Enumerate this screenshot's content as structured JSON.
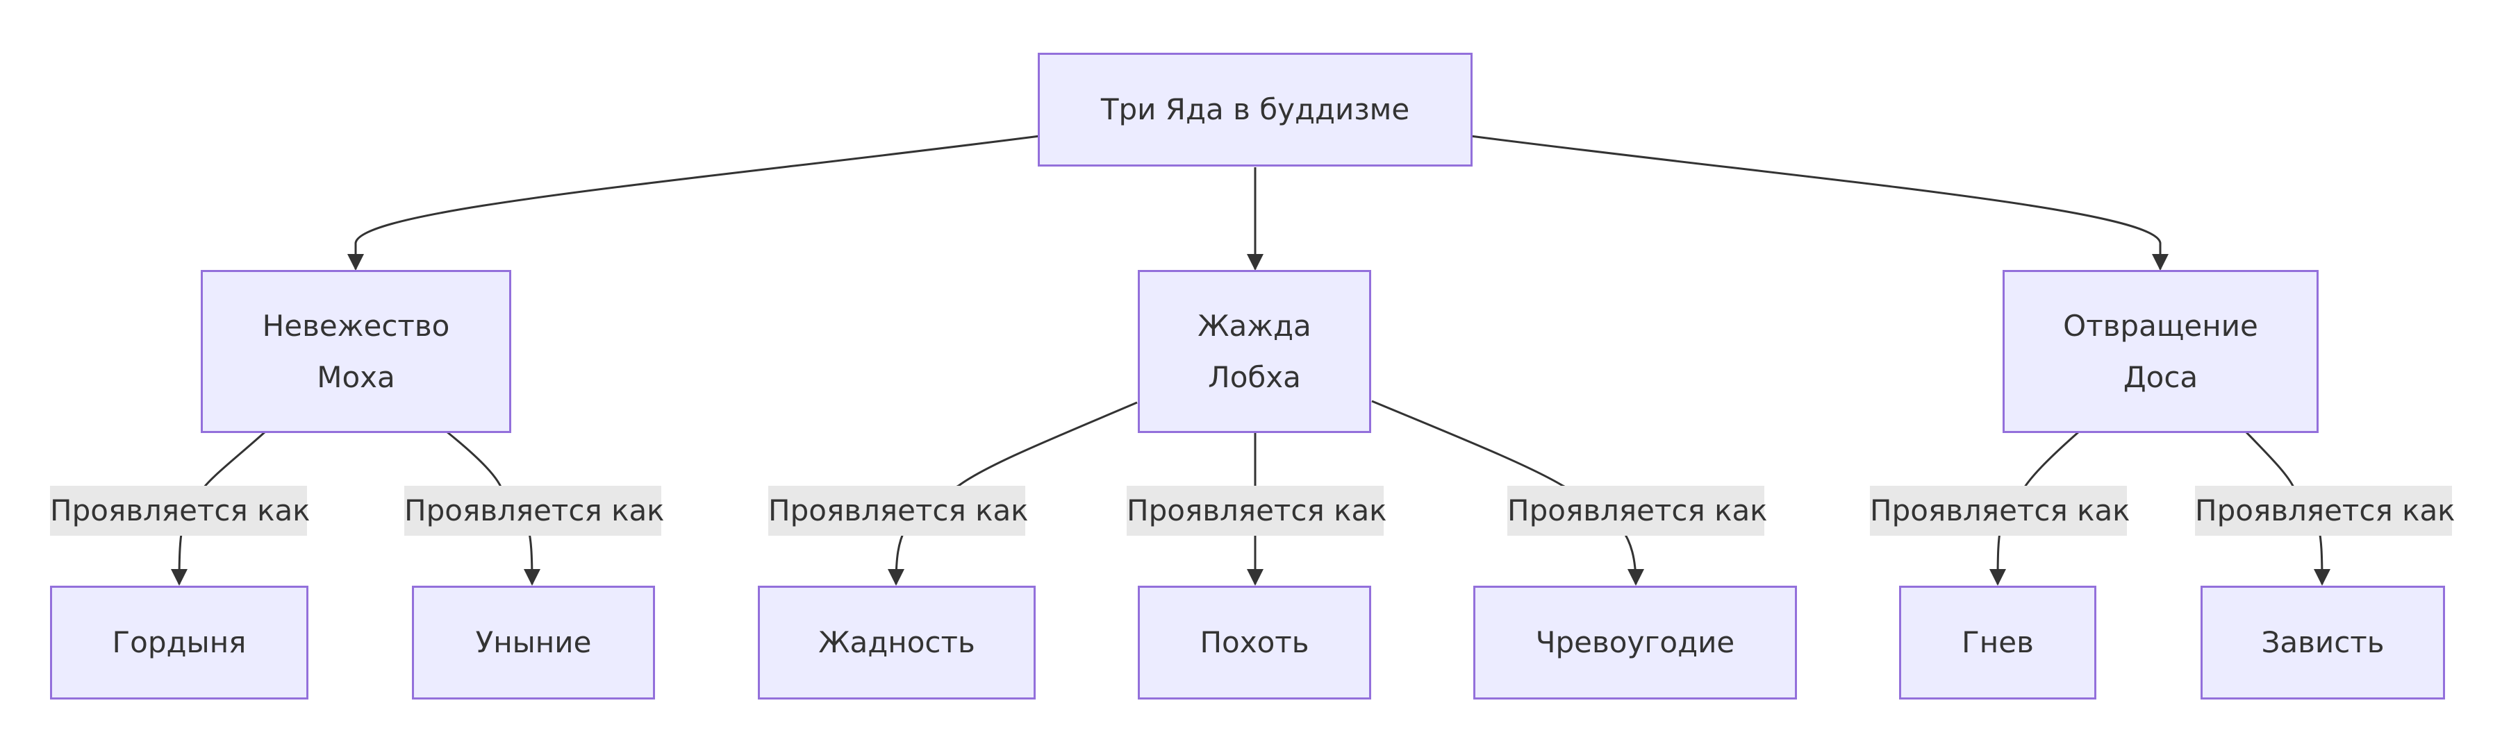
{
  "diagram": {
    "root": {
      "label": "Три Яда в буддизме"
    },
    "poisons": [
      {
        "name": "Невежество",
        "pali": "Моха"
      },
      {
        "name": "Жажда",
        "pali": "Лобха"
      },
      {
        "name": "Отвращение",
        "pali": "Доса"
      }
    ],
    "edge_label": "Проявляется как",
    "manifestations": [
      {
        "label": "Гордыня",
        "parent": 0
      },
      {
        "label": "Уныние",
        "parent": 0
      },
      {
        "label": "Жадность",
        "parent": 1
      },
      {
        "label": "Похоть",
        "parent": 1
      },
      {
        "label": "Чревоугодие",
        "parent": 1
      },
      {
        "label": "Гнев",
        "parent": 2
      },
      {
        "label": "Зависть",
        "parent": 2
      }
    ],
    "colors": {
      "node_fill": "#ececff",
      "node_stroke": "#9370db",
      "edge": "#333333",
      "edge_label_bg": "#e8e8e8",
      "text": "#333333"
    }
  }
}
